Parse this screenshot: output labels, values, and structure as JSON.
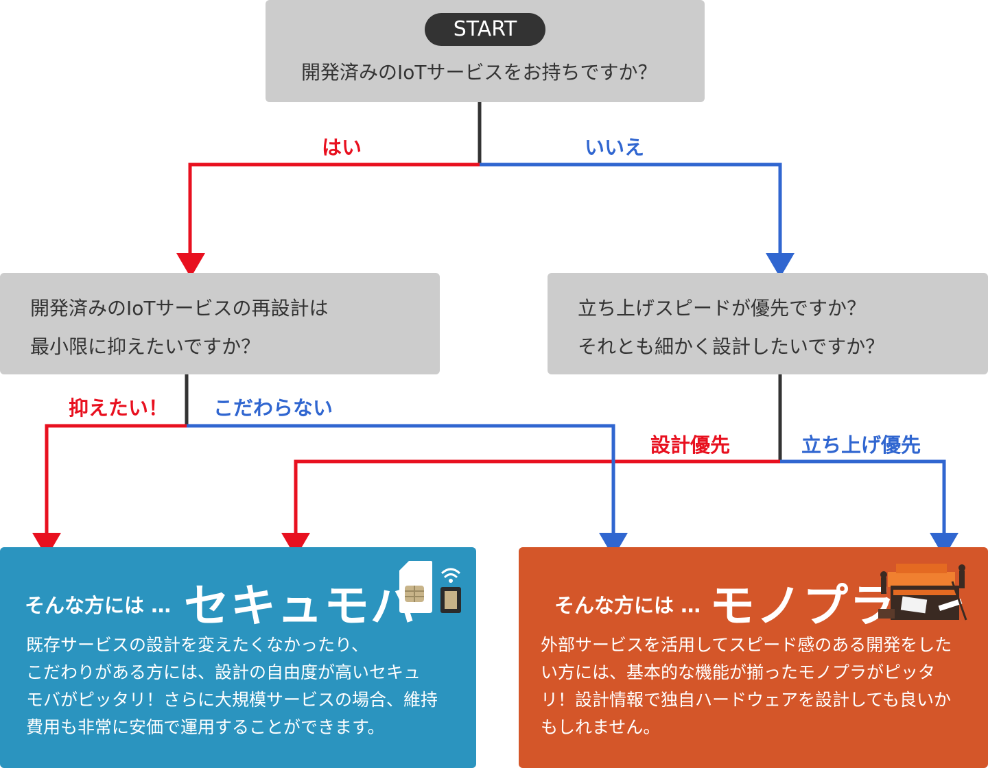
{
  "start": {
    "badge": "START",
    "question": "開発済みのIoTサービスをお持ちですか？"
  },
  "branches": {
    "yes": "はい",
    "no": "いいえ"
  },
  "left_box": {
    "line1": "開発済みのIoTサービスの再設計は",
    "line2": "最小限に抑えたいですか？",
    "yes": "抑えたい！",
    "no": "こだわらない"
  },
  "right_box": {
    "line1": "立ち上げスピードが優先ですか？",
    "line2": "それとも細かく設計したいですか？",
    "design_first": "設計優先",
    "launch_first": "立ち上げ優先"
  },
  "results": {
    "secumoba": {
      "prefix": "そんな方には …",
      "name": "セキュモバ",
      "desc": [
        "既存サービスの設計を変えたくなかったり、",
        "こだわりがある方には、設計の自由度が高いセキュ",
        "モバがピッタリ！さらに大規模サービスの場合、維持",
        "費用も非常に安価で運用することができます。"
      ],
      "icon": "sim-card-icon"
    },
    "monopla": {
      "prefix": "そんな方には …",
      "name": "モノプラ",
      "desc": [
        "外部サービスを活用してスピード感のある開発をした",
        "い方には、基本的な機能が揃ったモノプラがピッタ",
        "リ！設計情報で独自ハードウェアを設計しても良いか",
        "もしれません。"
      ],
      "icon": "toolbox-illustration-icon"
    }
  },
  "colors": {
    "yes_red": "#e8101f",
    "no_blue": "#3066d0",
    "box_gray": "#cccccc",
    "stem_dark": "#333333",
    "secumoba_blue": "#2b94bf",
    "monopla_orange": "#d45629"
  }
}
